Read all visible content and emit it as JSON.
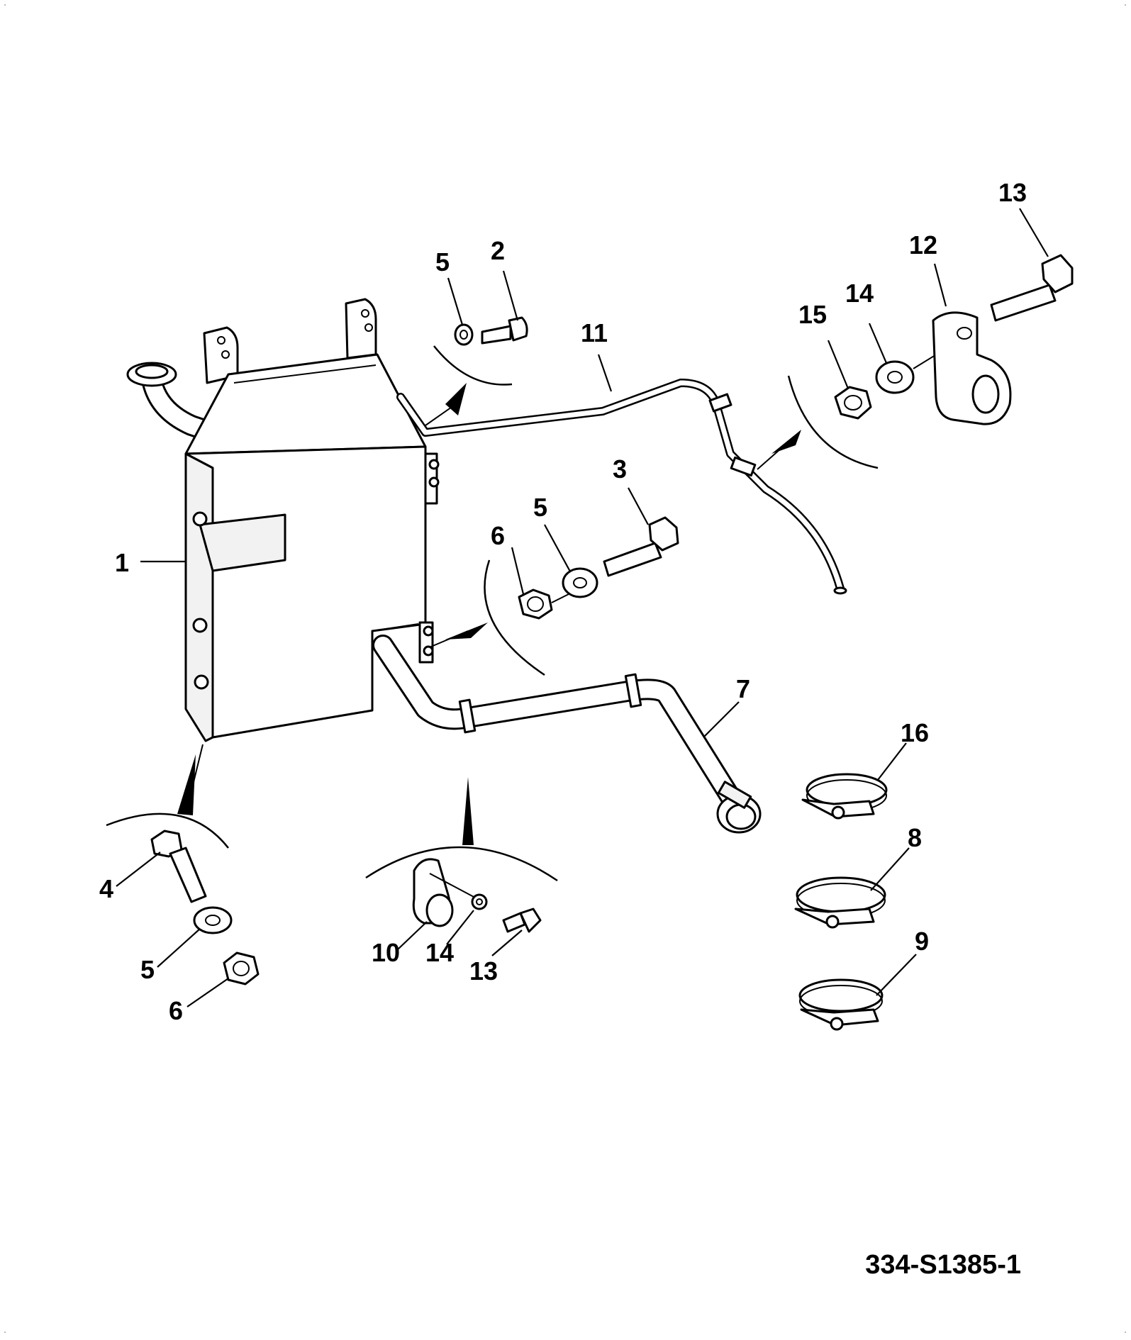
{
  "diagram": {
    "drawing_number": "334-S1385-1",
    "callouts": [
      {
        "id": "c1",
        "text": "1"
      },
      {
        "id": "c2",
        "text": "2"
      },
      {
        "id": "c3",
        "text": "3"
      },
      {
        "id": "c4",
        "text": "4"
      },
      {
        "id": "c5a",
        "text": "5"
      },
      {
        "id": "c5b",
        "text": "5"
      },
      {
        "id": "c5c",
        "text": "5"
      },
      {
        "id": "c6a",
        "text": "6"
      },
      {
        "id": "c6b",
        "text": "6"
      },
      {
        "id": "c7",
        "text": "7"
      },
      {
        "id": "c8",
        "text": "8"
      },
      {
        "id": "c9",
        "text": "9"
      },
      {
        "id": "c10",
        "text": "10"
      },
      {
        "id": "c11",
        "text": "11"
      },
      {
        "id": "c12",
        "text": "12"
      },
      {
        "id": "c13a",
        "text": "13"
      },
      {
        "id": "c13b",
        "text": "13"
      },
      {
        "id": "c14a",
        "text": "14"
      },
      {
        "id": "c14b",
        "text": "14"
      },
      {
        "id": "c15",
        "text": "15"
      },
      {
        "id": "c16",
        "text": "16"
      }
    ]
  }
}
